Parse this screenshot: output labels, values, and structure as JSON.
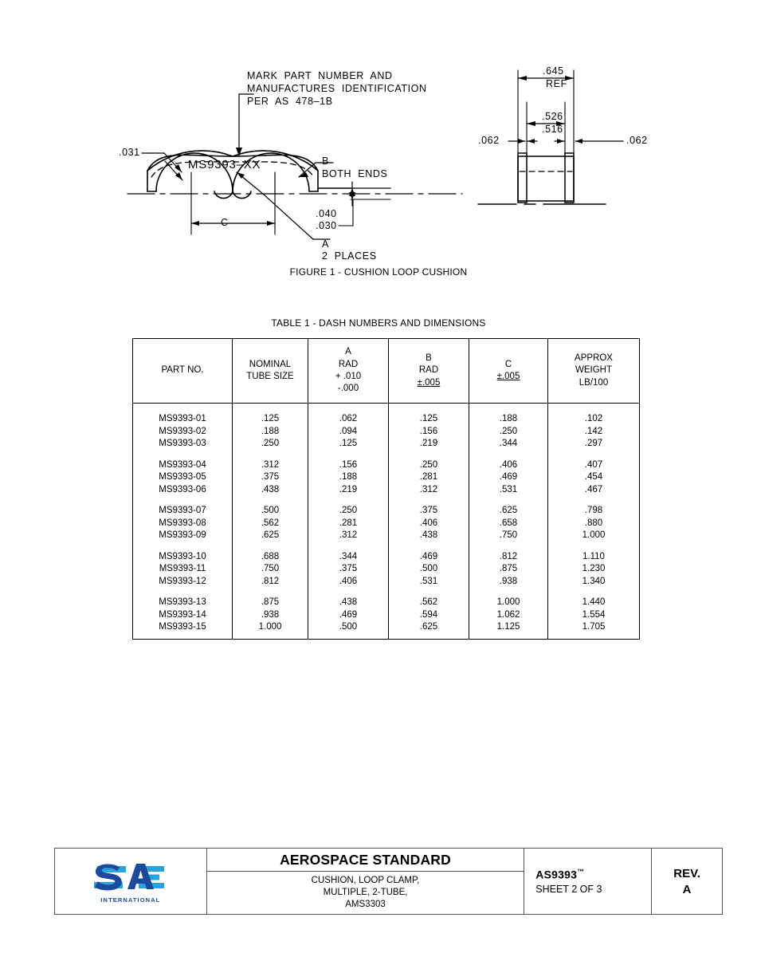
{
  "figure": {
    "caption": "FIGURE 1 - CUSHION LOOP CUSHION",
    "notes": {
      "mark_line1": "MARK  PART  NUMBER  AND",
      "mark_line2": "MANUFACTURES  IDENTIFICATION",
      "mark_line3": "PER  AS  478–1B"
    },
    "part_marking": "MS9393–XX",
    "labels": {
      "wall_thickness": ".031",
      "b_label": "B",
      "b_note": "BOTH  ENDS",
      "c_label": "C",
      "a_label": "A",
      "a_note": "2  PLACES",
      "thk_max": ".040",
      "thk_min": ".030"
    },
    "end_view": {
      "overall": ".645",
      "overall_note": "REF",
      "inner_max": ".526",
      "inner_min": ".516",
      "flange_left": ".062",
      "flange_right": ".062"
    }
  },
  "table": {
    "title": "TABLE 1 - DASH NUMBERS AND DIMENSIONS",
    "headers": [
      {
        "lines": [
          "PART NO."
        ]
      },
      {
        "lines": [
          "NOMINAL",
          "TUBE SIZE"
        ]
      },
      {
        "lines": [
          "A",
          "RAD",
          "+ .010",
          "-.000"
        ]
      },
      {
        "lines": [
          "B",
          "RAD",
          "±.005"
        ],
        "underline_index": 2
      },
      {
        "lines": [
          "C",
          "±.005"
        ],
        "underline_index": 1
      },
      {
        "lines": [
          "APPROX",
          "WEIGHT",
          "LB/100"
        ]
      }
    ],
    "groups": [
      {
        "rows": [
          {
            "part": "MS9393-01",
            "tube": ".125",
            "a": ".062",
            "b": ".125",
            "c": ".188",
            "weight": ".102"
          },
          {
            "part": "MS9393-02",
            "tube": ".188",
            "a": ".094",
            "b": ".156",
            "c": ".250",
            "weight": ".142"
          },
          {
            "part": "MS9393-03",
            "tube": ".250",
            "a": ".125",
            "b": ".219",
            "c": ".344",
            "weight": ".297"
          }
        ]
      },
      {
        "rows": [
          {
            "part": "MS9393-04",
            "tube": ".312",
            "a": ".156",
            "b": ".250",
            "c": ".406",
            "weight": ".407"
          },
          {
            "part": "MS9393-05",
            "tube": ".375",
            "a": ".188",
            "b": ".281",
            "c": ".469",
            "weight": ".454"
          },
          {
            "part": "MS9393-06",
            "tube": ".438",
            "a": ".219",
            "b": ".312",
            "c": ".531",
            "weight": ".467"
          }
        ]
      },
      {
        "rows": [
          {
            "part": "MS9393-07",
            "tube": ".500",
            "a": ".250",
            "b": ".375",
            "c": ".625",
            "weight": ".798"
          },
          {
            "part": "MS9393-08",
            "tube": ".562",
            "a": ".281",
            "b": ".406",
            "c": ".658",
            "weight": ".880"
          },
          {
            "part": "MS9393-09",
            "tube": ".625",
            "a": ".312",
            "b": ".438",
            "c": ".750",
            "weight": "1.000"
          }
        ]
      },
      {
        "rows": [
          {
            "part": "MS9393-10",
            "tube": ".688",
            "a": ".344",
            "b": ".469",
            "c": ".812",
            "weight": "1.110"
          },
          {
            "part": "MS9393-11",
            "tube": ".750",
            "a": ".375",
            "b": ".500",
            "c": ".875",
            "weight": "1.230"
          },
          {
            "part": "MS9393-12",
            "tube": ".812",
            "a": ".406",
            "b": ".531",
            "c": ".938",
            "weight": "1.340"
          }
        ]
      },
      {
        "rows": [
          {
            "part": "MS9393-13",
            "tube": ".875",
            "a": ".438",
            "b": ".562",
            "c": "1.000",
            "weight": "1.440"
          },
          {
            "part": "MS9393-14",
            "tube": ".938",
            "a": ".469",
            "b": ".594",
            "c": "1.062",
            "weight": "1.554"
          },
          {
            "part": "MS9393-15",
            "tube": "1.000",
            "a": ".500",
            "b": ".625",
            "c": "1.125",
            "weight": "1.705"
          }
        ]
      }
    ]
  },
  "title_block": {
    "logo_text": "SAE",
    "logo_subtext": "INTERNATIONAL",
    "standard_type": "AEROSPACE STANDARD",
    "description_lines": [
      "CUSHION, LOOP CLAMP,",
      "MULTIPLE, 2-TUBE,",
      "AMS3303"
    ],
    "document_number": "AS9393",
    "trademark": "™",
    "sheet": "SHEET 2 OF 3",
    "rev_label": "REV.",
    "rev_value": "A"
  },
  "colors": {
    "logo_navy": "#1b4a9c",
    "logo_light_blue": "#29a3dc",
    "line": "#000000",
    "frame": "#555555"
  }
}
